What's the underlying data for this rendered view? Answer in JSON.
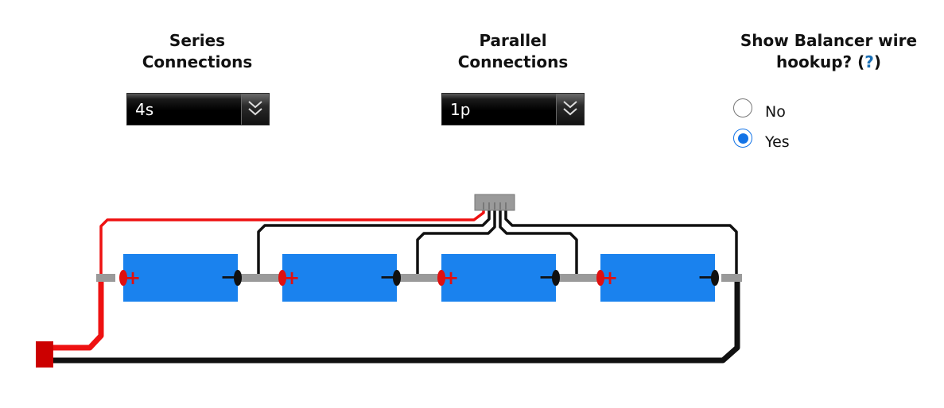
{
  "controls": {
    "series": {
      "label": "Series Connections",
      "selected": "4s"
    },
    "parallel": {
      "label": "Parallel Connections",
      "selected": "1p"
    },
    "balancer": {
      "label": "Show Balancer wire hookup?",
      "help": "?",
      "options": [
        {
          "label": "No",
          "checked": false
        },
        {
          "label": "Yes",
          "checked": true
        }
      ]
    }
  },
  "diagram": {
    "cells_in_series": 4,
    "cells_in_parallel": 1,
    "positive_symbol": "+",
    "negative_symbol": "−",
    "colors": {
      "cell": "#1a82ee",
      "positive_wire": "#ee1111",
      "negative_wire": "#111111",
      "connector": "#cc0000",
      "balance_plug": "#9a9a9a",
      "terminal_positive": "#e01010",
      "terminal_negative": "#111111",
      "link": "#9a9a9a"
    }
  }
}
